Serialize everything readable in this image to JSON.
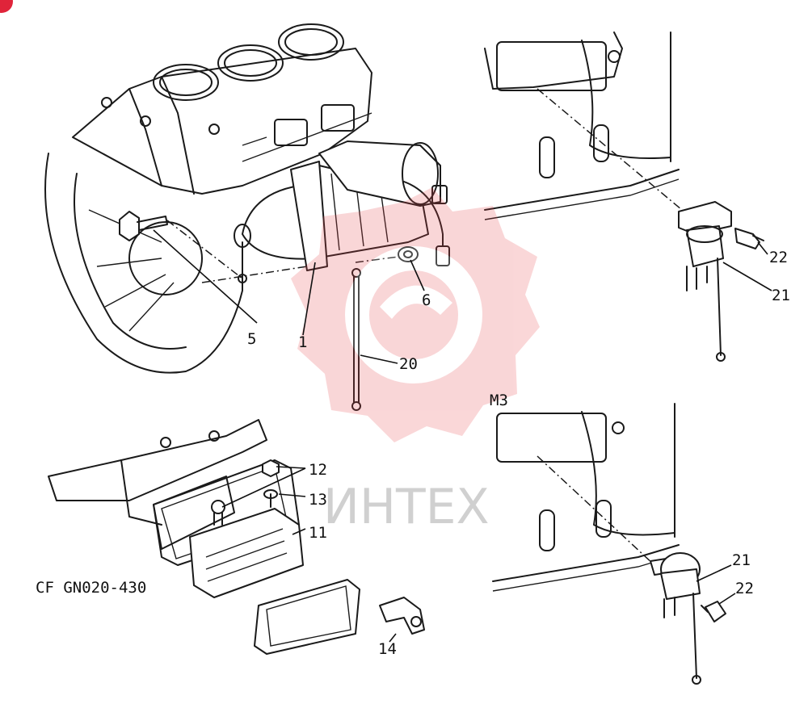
{
  "callouts": {
    "c1": "1",
    "c5": "5",
    "c6": "6",
    "c20": "20",
    "c21_top": "21",
    "c22_top": "22",
    "c12": "12",
    "c13": "13",
    "c11": "11",
    "c14": "14",
    "c21_bottom": "21",
    "c22_bottom": "22"
  },
  "variant_label": "M3",
  "reference_label": "CF GN020-430",
  "watermark": {
    "text": "ИНТЕХ",
    "color": "#e8474f"
  },
  "badge_color": "#e0243a"
}
